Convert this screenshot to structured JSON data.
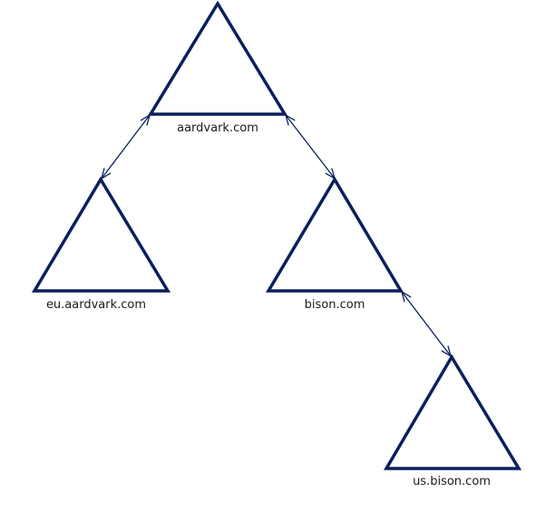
{
  "diagram": {
    "line_color": "#0a1f5c",
    "text_color": "#1a1a1a",
    "domains": [
      {
        "id": "aardvark",
        "label": "aardvark.com"
      },
      {
        "id": "eu-aardvark",
        "label": "eu.aardvark.com"
      },
      {
        "id": "bison",
        "label": "bison.com"
      },
      {
        "id": "us-bison",
        "label": "us.bison.com"
      }
    ],
    "trusts": [
      {
        "from": "aardvark",
        "to": "eu-aardvark",
        "direction": "two-way"
      },
      {
        "from": "aardvark",
        "to": "bison",
        "direction": "two-way"
      },
      {
        "from": "bison",
        "to": "us-bison",
        "direction": "two-way"
      }
    ]
  }
}
